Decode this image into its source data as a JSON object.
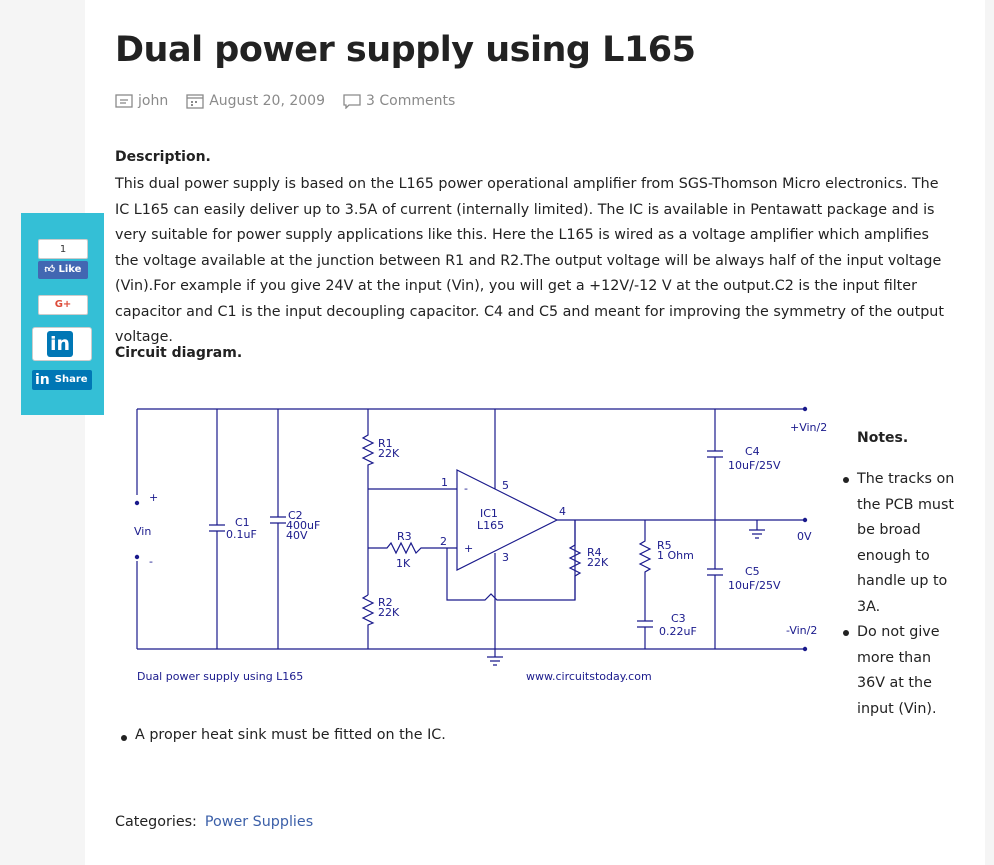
{
  "post": {
    "title": "Dual power supply using L165",
    "author": "john",
    "date": "August 20, 2009",
    "comments": "3 Comments"
  },
  "description": {
    "heading": "Description.",
    "text": "This dual power supply is based on the L165 power operational amplifier from SGS-Thomson Micro electronics. The IC L165 can easily deliver up to 3.5A of current (internally limited). The IC is available in Pentawatt package and is very suitable for power supply applications like this. Here the L165 is wired as a voltage amplifier which amplifies the voltage available at the junction between R1 and R2.The output voltage will be always half of the input voltage (Vin).For example if you give 24V at the input (Vin), you will get a +12V/-12 V at the output.C2 is the input filter capacitor and C1 is the input decoupling capacitor. C4 and C5 and meant for improving the symmetry of the output voltage."
  },
  "circuit": {
    "heading": "Circuit diagram.",
    "labels": {
      "vin": "Vin",
      "plus": "+",
      "minus": "-",
      "c1": "C1",
      "c1v": "0.1uF",
      "c2": "C2",
      "c2v": "400uF",
      "c2r": "40V",
      "r1": "R1",
      "r1v": "22K",
      "r2": "R2",
      "r2v": "22K",
      "r3": "R3",
      "r3v": "1K",
      "ic": "IC1",
      "icv": "L165",
      "p1": "1",
      "p2": "2",
      "p3": "3",
      "p4": "4",
      "p5": "5",
      "opminus": "-",
      "opplus": "+",
      "r4": "R4",
      "r4v": "22K",
      "r5": "R5",
      "r5v": "1 Ohm",
      "c3": "C3",
      "c3v": "0.22uF",
      "c4": "C4",
      "c4v": "10uF/25V",
      "c5": "C5",
      "c5v": "10uF/25V",
      "vpos": "+Vin/2",
      "zero": "0V",
      "vneg": "-Vin/2",
      "caption": "Dual power supply using L165",
      "site": "www.circuitstoday.com"
    }
  },
  "notes": {
    "heading": "Notes.",
    "items": [
      "The tracks on the PCB must be broad enough to handle up to 3A.",
      "Do not give more than 36V at the input (Vin)."
    ],
    "extra": "A proper heat sink must be fitted on the IC."
  },
  "categories": {
    "label": "Categories:",
    "link": "Power Supplies"
  },
  "share": {
    "like_count": "1",
    "like": "Like",
    "gplus": "G+",
    "linkedin": "in",
    "li_share": "Share"
  }
}
